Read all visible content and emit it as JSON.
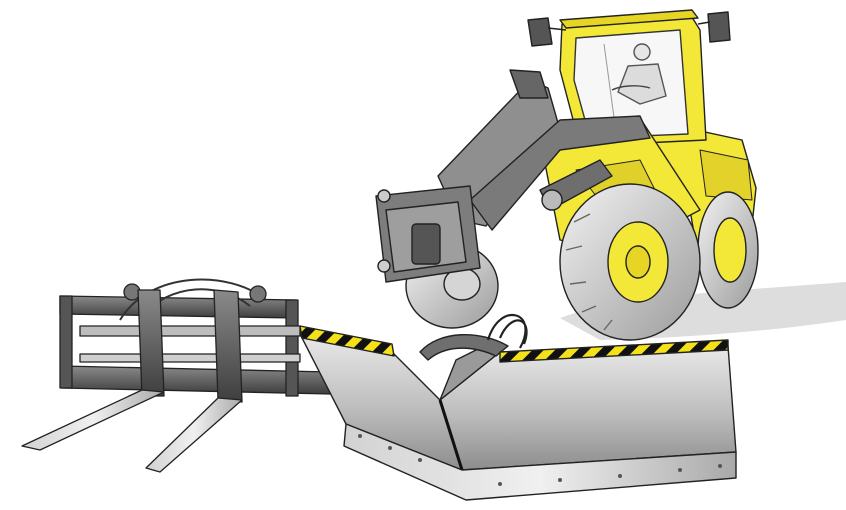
{
  "scene": {
    "objects": [
      {
        "name": "wheel-loader",
        "color": "#f2e633"
      },
      {
        "name": "pallet-forks",
        "color": "#5a5a5a"
      },
      {
        "name": "v-snow-plow",
        "color": "#b9b9b9"
      }
    ],
    "hazard_stripe_colors": [
      "#f4e11a",
      "#111111"
    ],
    "shadow_color": "#d9d9d9",
    "background": "#ffffff"
  }
}
